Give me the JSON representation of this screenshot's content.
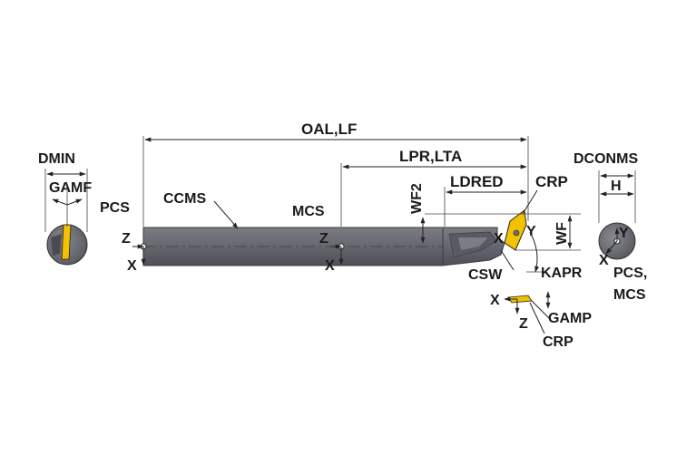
{
  "colors": {
    "body": "#6b6b73",
    "body_dark": "#4a4a52",
    "body_light": "#8a8a92",
    "insert": "#f2c100",
    "line": "#222222",
    "background": "#ffffff"
  },
  "labels": {
    "oal_lf": "OAL,LF",
    "lpr_lta": "LPR,LTA",
    "ldred": "LDRED",
    "crp_top": "CRP",
    "dmin": "DMIN",
    "gamf": "GAMF",
    "pcs_left": "PCS",
    "ccms": "CCMS",
    "mcs_mid": "MCS",
    "wf2": "WF2",
    "wf": "WF",
    "dconms": "DCONMS",
    "h": "H",
    "csw": "CSW",
    "kapr": "KAPR",
    "pcs_mcs_right": "PCS,\nMCS",
    "gamp": "GAMP",
    "crp_bottom": "CRP"
  },
  "axes": {
    "z_left": "Z",
    "x_left": "X",
    "z_mid": "Z",
    "x_mid": "X",
    "x_tip": "X",
    "y_tip": "Y",
    "y_end": "Y",
    "x_end": "X",
    "x_detail": "X",
    "z_detail": "Z"
  }
}
